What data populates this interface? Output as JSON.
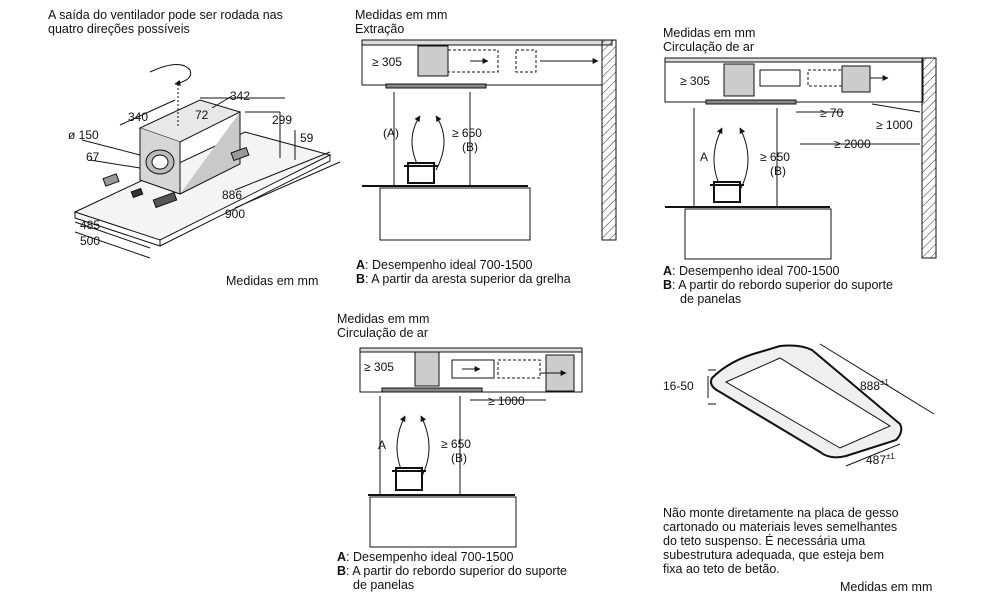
{
  "panel1": {
    "caption_line1": "A saída do ventilador pode ser rodada nas",
    "caption_line2": "quatro direções possíveis",
    "dims": {
      "d342": "342",
      "d340": "340",
      "d72": "72",
      "d299": "299",
      "d59": "59",
      "d150": "ø 150",
      "d67": "67",
      "d886": "886",
      "d900": "900",
      "d485": "485",
      "d500": "500"
    },
    "units": "Medidas em mm"
  },
  "panel2": {
    "title": "Medidas em mm",
    "mode": "Extração",
    "dim_305": "≥ 305",
    "dim_650": "≥ 650",
    "label_A": "(A)",
    "label_B": "(B)",
    "legend_A_key": "A",
    "legend_A_text": ": Desempenho ideal 700-1500",
    "legend_B_key": "B",
    "legend_B_text": ": A partir da aresta superior da grelha"
  },
  "panel3": {
    "title": "Medidas em mm",
    "mode": "Circulação de ar",
    "dim_305": "≥ 305",
    "dim_70": "≥ 70",
    "dim_1000": "≥ 1000",
    "dim_2000": "≥ 2000",
    "dim_650": "≥ 650",
    "label_A": "A",
    "label_B": "(B)",
    "legend_A_key": "A",
    "legend_A_text": ": Desempenho ideal 700-1500",
    "legend_B_key": "B",
    "legend_B_text": ": A partir do rebordo superior do suporte",
    "legend_B_text2": "de panelas"
  },
  "panel4": {
    "title": "Medidas em mm",
    "mode": "Circulação de ar",
    "dim_305": "≥ 305",
    "dim_1000": "≥ 1000",
    "dim_650": "≥ 650",
    "label_A": "A",
    "label_B": "(B)",
    "legend_A_key": "A",
    "legend_A_text": ": Desempenho ideal 700-1500",
    "legend_B_key": "B",
    "legend_B_text": ": A partir do rebordo superior do suporte",
    "legend_B_text2": "de panelas"
  },
  "panel5": {
    "dim_thickness": "16-50",
    "dim_length": "888",
    "dim_length_tol": "±1",
    "dim_width": "487",
    "dim_width_tol": "±1",
    "note_lines": [
      "Não monte diretamente na placa de gesso",
      "cartonado ou materiais leves semelhantes",
      "do teto suspenso. É necessária uma",
      "subestrutura adequada, que esteja bem",
      "fixa ao teto de betão."
    ],
    "units": "Medidas em mm"
  }
}
